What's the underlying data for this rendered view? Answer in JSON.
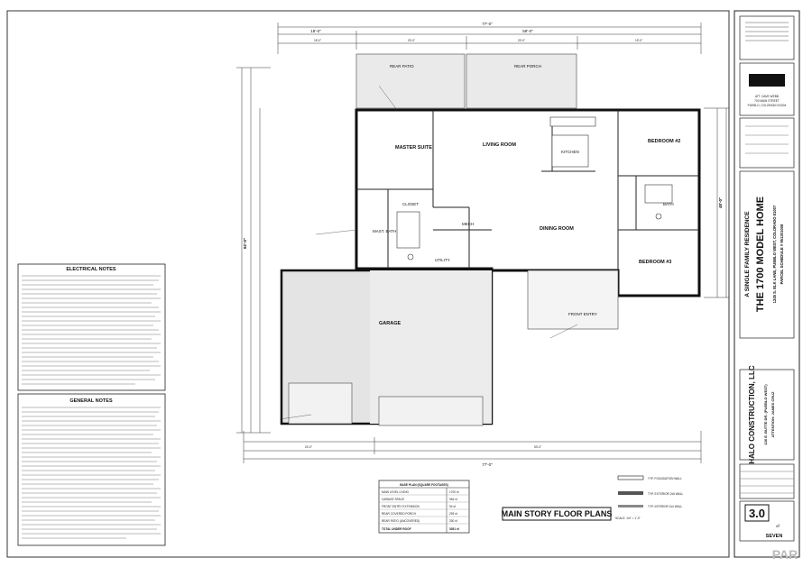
{
  "rooms": {
    "rear_patio": "REAR PATIO",
    "rear_porch": "REAR PORCH",
    "master_suite": "MASTER SUITE",
    "living_room": "LIVING ROOM",
    "kitchen": "KITCHEN",
    "bedroom2": "BEDROOM #2",
    "dining_room": "DINING ROOM",
    "bedroom3": "BEDROOM #3",
    "bath": "BATH",
    "master_bath": "MAST. BATH",
    "closet": "CLOSET",
    "mech": "MECH",
    "utility": "UTILITY",
    "garage": "GARAGE",
    "front_entry": "FRONT ENTRY"
  },
  "dimensions": {
    "overall_top": "77'-0\"",
    "overall_bottom": "77'-0\"",
    "top_row": [
      "18'-0\"",
      "59'-0\""
    ],
    "second_row": [
      "18'-0\"",
      "20'-0\"",
      "20'-0\"",
      "19'-0\""
    ],
    "bottom_row": [
      "24'-0\"",
      "53'-0\""
    ],
    "left_overall": "62'-0\"",
    "right_overall": "48'-0\""
  },
  "notes": {
    "electrical_title": "ELECTRICAL NOTES",
    "general_title": "GENERAL NOTES"
  },
  "table": {
    "title": "BASE PLAN (SQUARE FOOTAGES)",
    "rows": [
      {
        "label": "MAIN LEVEL LIVING",
        "value": "1700 sf"
      },
      {
        "label": "GARAGE SPACE",
        "value": "964 sf"
      },
      {
        "label": "FRONT ENTRY EXTENSION",
        "value": "94 sf"
      },
      {
        "label": "REAR COVERED PORCH",
        "value": "293 sf"
      },
      {
        "label": "REAR PATIO (UNCOVERED)",
        "value": "330 sf"
      },
      {
        "label": "TOTAL UNDER ROOF",
        "value": "3051 sf"
      }
    ]
  },
  "legend": {
    "items": [
      "TYP. FOUNDATION WALL",
      "TYP. EXTERIOR 2x6 WALL",
      "TYP. INTERIOR 2x4 WALL"
    ]
  },
  "drawing_title": "MAIN STORY FLOOR PLANS",
  "scale": "SCALE: 1/4\" = 1'-0\"",
  "titleblock": {
    "client_line1": "ATT. DAVE WEBB",
    "client_line2": "700 MAIN STREET",
    "client_line3": "PUEBLO, COLORADO 81004",
    "project_type": "A SINGLE FAMILY RESIDENCE",
    "model_name": "THE 1700 MODEL HOME",
    "address_line1": "1245 S. ELK LANE, PUEBLO WEST, COLORADO 81007",
    "address_line2": "PARCEL SCHEDULE # 951301008",
    "company": "HALO CONSTRUCTION, LLC",
    "company_address1": "130 E. BUTTE DR. (PUEBLO WEST)",
    "company_address2": "ATTENTION: JAMES CRUZ",
    "sheet_number": "3.0",
    "of_label": "of",
    "sheet_total": "SEVEN"
  },
  "watermark": "PAR"
}
